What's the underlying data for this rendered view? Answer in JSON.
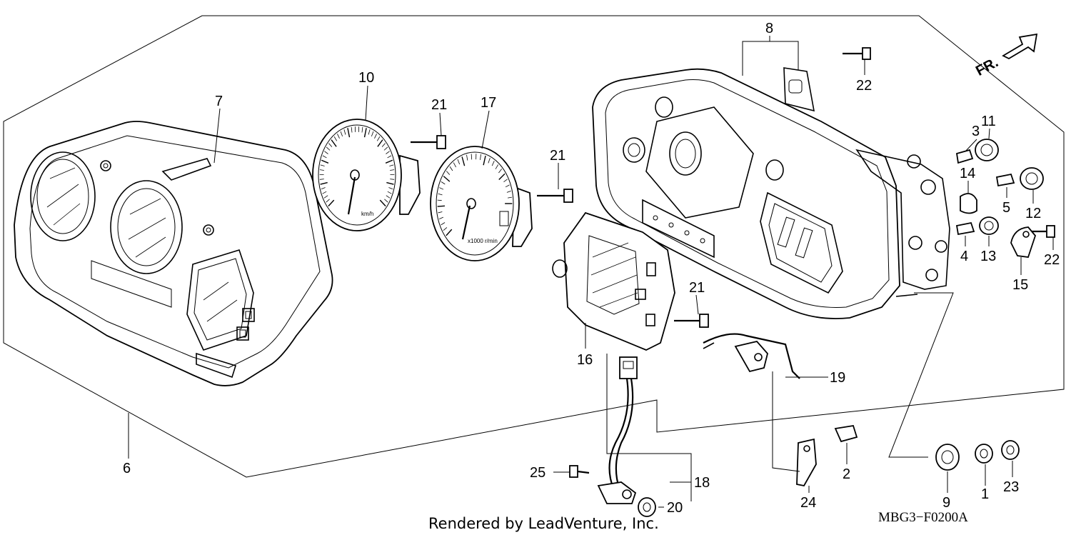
{
  "diagram": {
    "direction_label": "FR.",
    "diagram_code": "MBG3−F0200A",
    "credit": "Rendered by LeadVenture, Inc.",
    "speedometer_unit": "km/h",
    "tachometer_unit": "x1000 r/min",
    "callouts": {
      "p1": "1",
      "p2": "2",
      "p3": "3",
      "p4": "4",
      "p5": "5",
      "p6": "6",
      "p7": "7",
      "p8": "8",
      "p9": "9",
      "p10": "10",
      "p11": "11",
      "p12": "12",
      "p13": "13",
      "p14": "14",
      "p15": "15",
      "p16": "16",
      "p17": "17",
      "p18": "18",
      "p19": "19",
      "p20": "20",
      "p21a": "21",
      "p21b": "21",
      "p21c": "21",
      "p22a": "22",
      "p22b": "22",
      "p23": "23",
      "p24": "24",
      "p25": "25"
    }
  }
}
